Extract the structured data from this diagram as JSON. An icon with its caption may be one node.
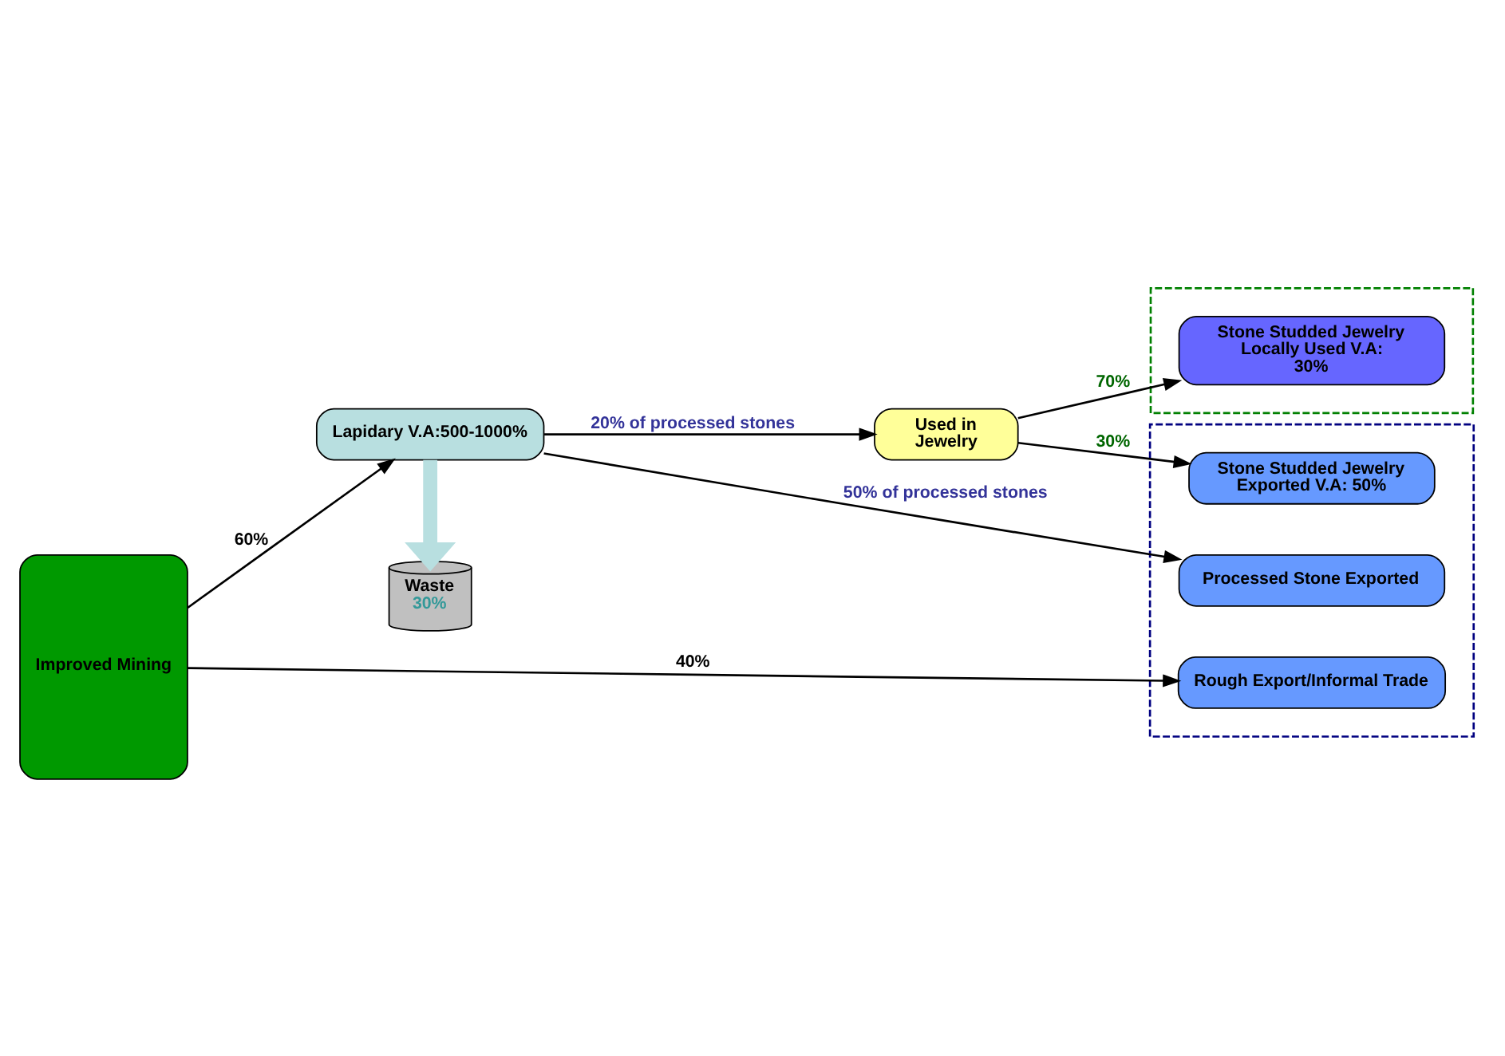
{
  "diagram": {
    "nodes": [
      {
        "text": [
          "Improved Mining"
        ]
      },
      {
        "text": [
          "Lapidary V.A:500-1000%"
        ]
      },
      {
        "text": [],
        "shape": "box"
      },
      {
        "text": [
          "Rough Export/Informal Trade"
        ],
        "in": 2
      },
      {
        "text": [
          "Processed Stone Exported"
        ],
        "in": 2
      },
      {
        "text": [
          "Stone Studded Jewelry Exported V.A: 50%"
        ],
        "in": 2
      },
      {
        "text": [
          "Used in Jewelry"
        ]
      },
      {
        "text": [
          "Waste",
          "30%"
        ]
      },
      {
        "text": [],
        "shape": "box"
      },
      {
        "text": [
          "Stone Studded Jewelry Locally Used V.A: 30%"
        ],
        "in": 8
      }
    ],
    "edges": [
      {
        "from": 0,
        "to": 3,
        "arrow": "to",
        "label": "40%"
      },
      {
        "from": 0,
        "to": 1,
        "arrow": "to",
        "label": "60%"
      },
      {
        "from": 1,
        "to": 4,
        "arrow": "to",
        "label": "50% of processed stones"
      },
      {
        "from": 1,
        "to": 6,
        "arrow": "to",
        "label": "20% of processed stones"
      },
      {
        "from": 6,
        "to": 5,
        "arrow": "to",
        "label": "30%"
      },
      {
        "from": 6,
        "to": 9,
        "arrow": "to",
        "label": "70%"
      },
      {
        "from": 1,
        "to": 7,
        "arrow": "to",
        "style": "thick",
        "color": "#b8dfe0"
      }
    ]
  }
}
